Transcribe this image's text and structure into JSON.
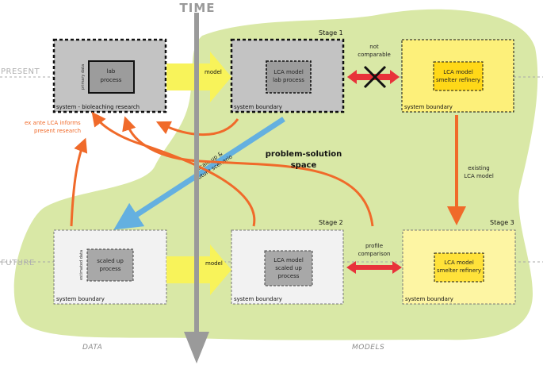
{
  "time_label": "TIME",
  "present_label": "PRESENT",
  "future_label": "FUTURE",
  "data_label": "DATA",
  "models_label": "MODELS",
  "stage1_label": "Stage 1",
  "stage2_label": "Stage 2",
  "stage3_label": "Stage 3",
  "problem_space": [
    "problem-solution",
    "space"
  ],
  "present_research": {
    "inner": [
      "lab",
      "process"
    ],
    "side": "primary data",
    "footer": "system - bioleaching research"
  },
  "stage1_box": {
    "inner": [
      "LCA model",
      "lab process"
    ],
    "footer": "system boundary"
  },
  "smelter_present": {
    "inner": [
      "LCA model",
      "smelter refinery"
    ],
    "footer": "system boundary"
  },
  "future_data_box": {
    "inner": [
      "scaled up",
      "process"
    ],
    "side": "estimated data",
    "footer": "system boundary"
  },
  "stage2_box": {
    "inner": [
      "LCA model",
      "scaled up",
      "process"
    ],
    "footer": "system boundary"
  },
  "stage3_box": {
    "inner": [
      "LCA model",
      "smelter refinery"
    ],
    "footer": "system boundary"
  },
  "model_arrow_label": "model",
  "not_comparable": [
    "not",
    "comparable"
  ],
  "profile_comparison": [
    "profile",
    "comparison"
  ],
  "existing_lca": [
    "existing",
    "LCA model"
  ],
  "scale_up": [
    "scale up &",
    "future scenario"
  ],
  "ex_ante": [
    "ex ante LCA informs",
    "present research"
  ],
  "colors": {
    "green_area": "#d9e8a6",
    "orange": "#f06a2a",
    "blue": "#64b0e0",
    "red": "#e8323a",
    "yellow_arrow": "#f8f35a",
    "grey_box": "#c3c3c3",
    "yellow_box": "#fdf07a",
    "time_axis": "#9a9a9a"
  }
}
